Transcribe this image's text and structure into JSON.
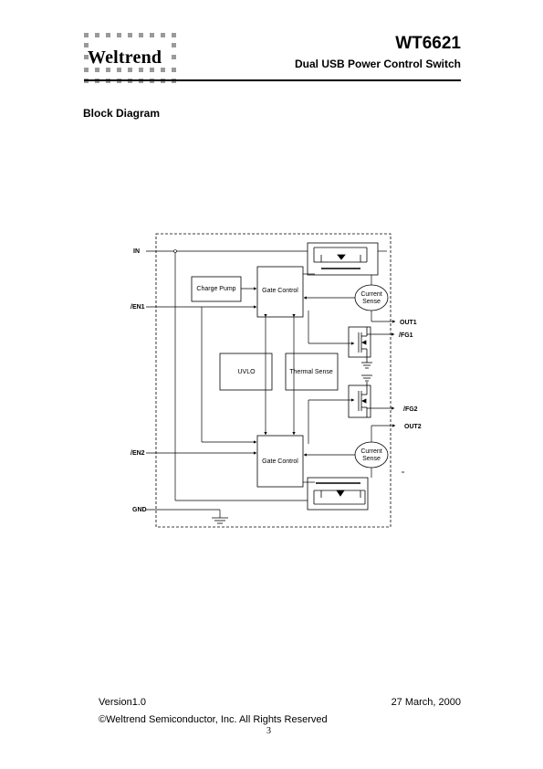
{
  "header": {
    "logo_text": "Weltrend",
    "part_number": "WT6621",
    "subtitle": "Dual USB Power Control Switch"
  },
  "section_title": "Block Diagram",
  "diagram": {
    "pins": {
      "in": "IN",
      "en1": "/EN1",
      "en2": "/EN2",
      "gnd": "GND",
      "out1": "OUT1",
      "fg1": "/FG1",
      "fg2": "/FG2",
      "out2": "OUT2"
    },
    "blocks": {
      "charge_pump": "Charge Pump",
      "gate_control_1": "Gate Control",
      "gate_control_2": "Gate Control",
      "uvlo": "UVLO",
      "thermal_sense": "Thermal Sense",
      "current_sense_1": [
        "Current",
        "Sense"
      ],
      "current_sense_2": [
        "Current",
        "Sense"
      ]
    }
  },
  "footer": {
    "version": "Version1.0",
    "date": "27 March, 2000",
    "copyright": "©Weltrend Semiconductor, Inc. All Rights Reserved",
    "page_number": "3"
  }
}
